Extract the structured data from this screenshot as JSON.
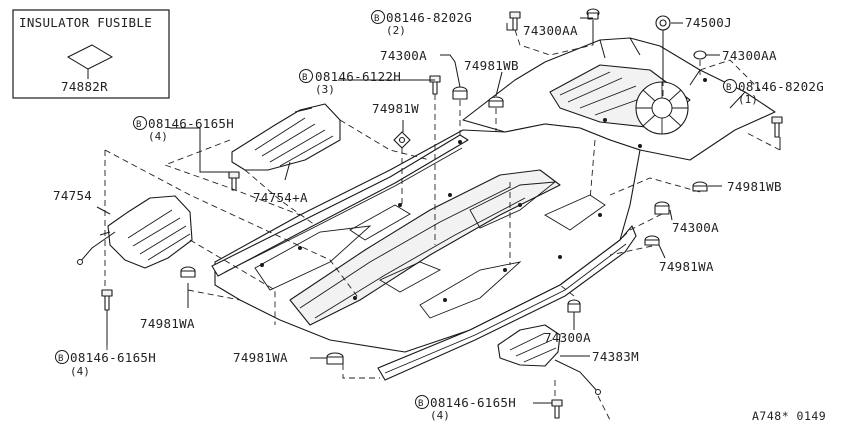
{
  "legend": {
    "title": "INSULATOR FUSIBLE",
    "part_number": "74882R"
  },
  "labels": {
    "bolt_top": "08146-8202G",
    "bolt_top_qty": "(2)",
    "p74300AA_top": "74300AA",
    "p74500J": "74500J",
    "p74300AA_right": "74300AA",
    "bolt_right": "08146-8202G",
    "bolt_right_qty": "(1)",
    "p74300A_top": "74300A",
    "p74981WB_top": "74981WB",
    "bolt_mid": "08146-6122H",
    "bolt_mid_qty": "(3)",
    "p74981W": "74981W",
    "bolt_left_upper": "08146-6165H",
    "bolt_left_upper_qty": "(4)",
    "p74754A": "74754+A",
    "p74754": "74754",
    "p74981WB_right": "74981WB",
    "p74300A_right": "74300A",
    "p74981WA_right": "74981WA",
    "p74981WA_left": "74981WA",
    "p74300A_bottom": "74300A",
    "p74383M": "74383M",
    "bolt_left_lower": "08146-6165H",
    "bolt_left_lower_qty": "(4)",
    "p74981WA_bottom": "74981WA",
    "bolt_bottom": "08146-6165H",
    "bolt_bottom_qty": "(4)",
    "bolt_prefix": "B",
    "drawing_ref": "A748* 0149"
  }
}
